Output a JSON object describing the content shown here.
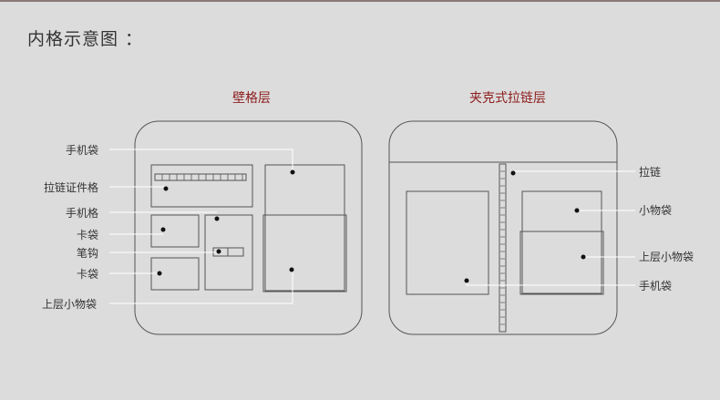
{
  "page_title": "内格示意图 ：",
  "panels": [
    {
      "title": "壁格层",
      "labels": [
        "手机袋",
        "拉链证件格",
        "手机格",
        "卡袋",
        "笔钩",
        "卡袋",
        "上层小物袋"
      ]
    },
    {
      "title": "夹克式拉链层",
      "labels": [
        "拉链",
        "小物袋",
        "上层小物袋",
        "手机袋"
      ]
    }
  ],
  "colors": {
    "background": "#dddcdc",
    "outline": "#555555",
    "leader_line": "#ffffff",
    "title_accent": "#8b1d1d"
  }
}
